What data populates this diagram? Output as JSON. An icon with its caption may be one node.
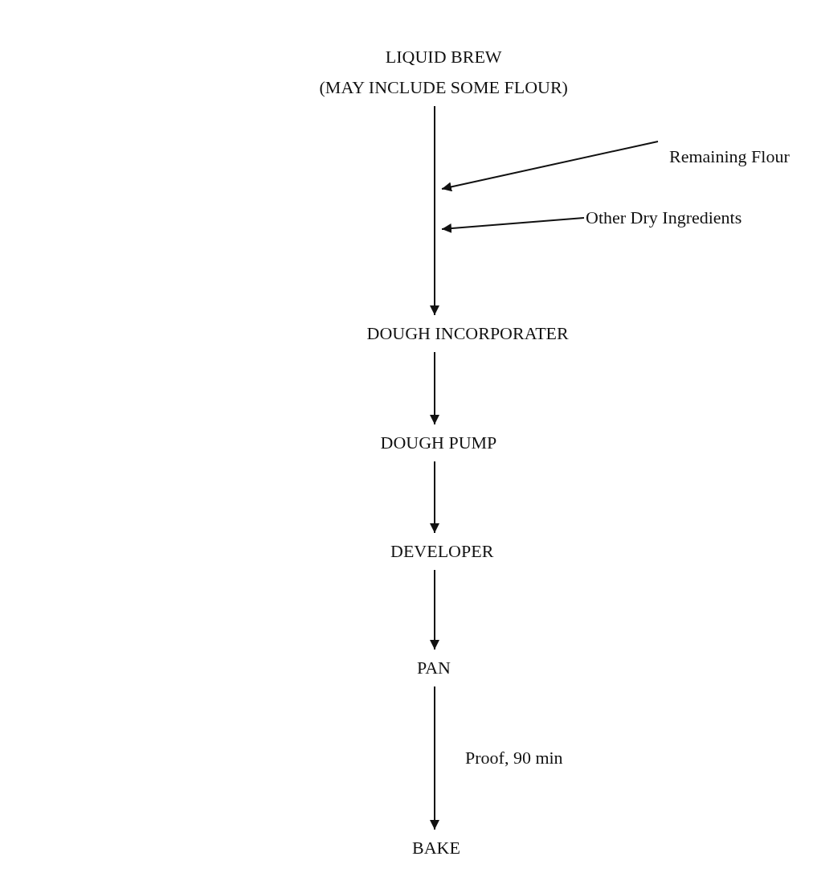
{
  "diagram": {
    "nodes": [
      {
        "text": [
          "LIQUID BREW",
          "(MAY INCLUDE SOME FLOUR)"
        ]
      },
      {
        "text": [
          "Remaining Flour"
        ]
      },
      {
        "text": [
          "Other Dry Ingredients"
        ]
      },
      {
        "text": [
          "DOUGH INCORPORATER"
        ]
      },
      {
        "text": [
          "DOUGH PUMP"
        ]
      },
      {
        "text": [
          "DEVELOPER"
        ]
      },
      {
        "text": [
          "PAN"
        ]
      },
      {
        "text": [
          "BAKE"
        ]
      }
    ],
    "edges": [
      {
        "from": 0,
        "to": 3,
        "arrow": "to"
      },
      {
        "from": 1,
        "to": null,
        "arrow": "to"
      },
      {
        "from": 2,
        "to": null,
        "arrow": "to"
      },
      {
        "from": 3,
        "to": 4,
        "arrow": "to"
      },
      {
        "from": 4,
        "to": 5,
        "arrow": "to"
      },
      {
        "from": 5,
        "to": 6,
        "arrow": "to"
      },
      {
        "from": 6,
        "to": 7,
        "label": "Proof, 90 min",
        "arrow": "to"
      }
    ]
  }
}
